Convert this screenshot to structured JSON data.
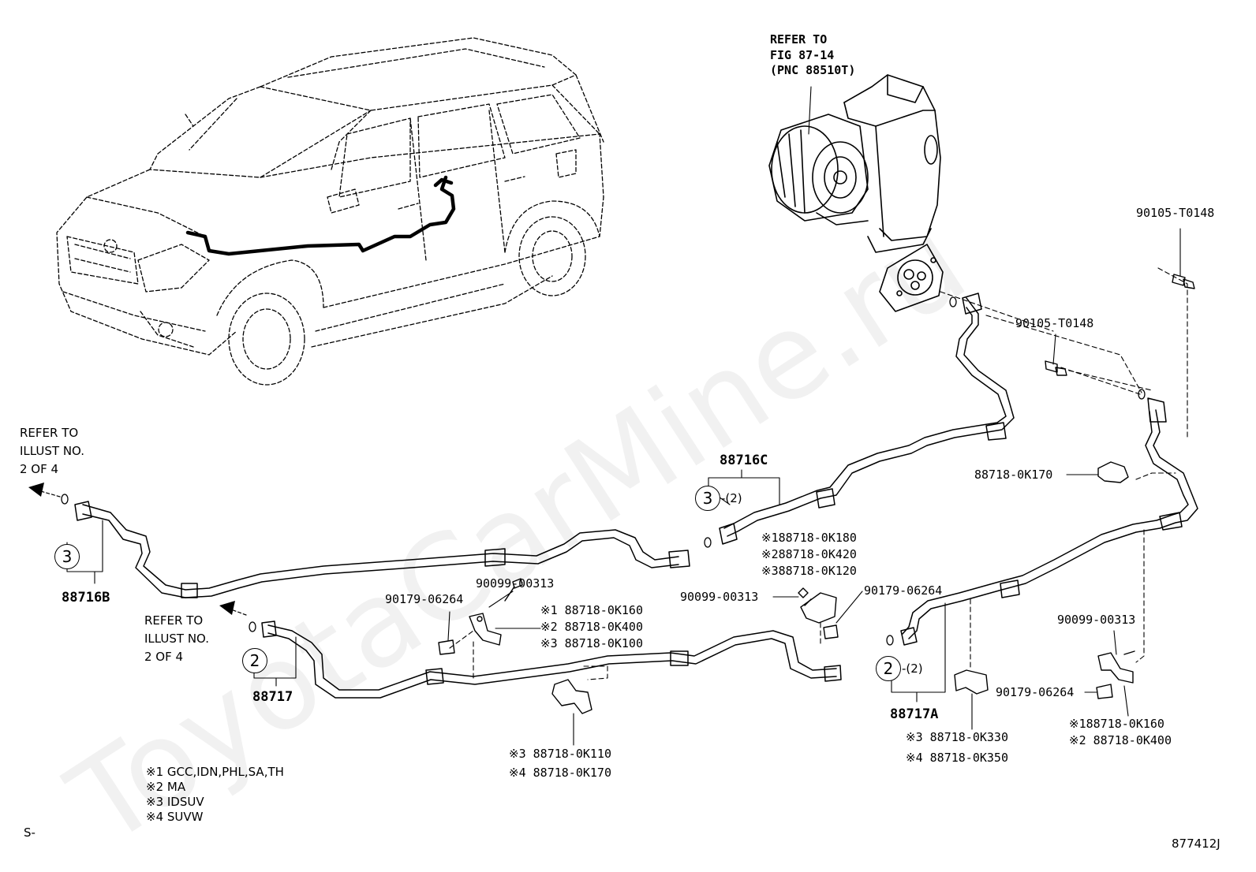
{
  "watermark": "ToyotaCarMine.ru",
  "refs": {
    "top_blower": [
      "REFER TO",
      "FIG 87-14",
      "(PNC 88510T)"
    ],
    "left_upper": [
      "REFER TO",
      "ILLUST NO.",
      "2 OF 4"
    ],
    "left_lower": [
      "REFER TO",
      "ILLUST NO.",
      "2 OF 4"
    ]
  },
  "parts": {
    "p88716B": "88716B",
    "p88716C": "88716C",
    "p88717": "88717",
    "p88717A": "88717A",
    "bolt_top": "90105-T0148",
    "bolt_mid": "90105-T0148",
    "clamp_0K170": "88718-0K170",
    "screw_center": "90099-00313",
    "screw_left": "90099-00313",
    "screw_right": "90099-00313",
    "grommet_left": "90179-06264",
    "grommet_center": "90179-06264",
    "grommet_right": "90179-06264"
  },
  "circles": {
    "c3_left": "3",
    "c3_center": "3",
    "c3_center_qty": "-(2)",
    "c2_left": "2",
    "c2_right": "2",
    "c2_right_qty": "-(2)"
  },
  "variants": {
    "center_top": [
      "※188718-0K180",
      "※288718-0K420",
      "※388718-0K120"
    ],
    "left_clamp": [
      "※1 88718-0K160",
      "※2 88718-0K400",
      "※3 88718-0K100"
    ],
    "bottom_center": [
      "※3 88718-0K110",
      "※4 88718-0K170"
    ],
    "bottom_right": [
      "※3 88718-0K330",
      "※4 88718-0K350"
    ],
    "far_right": [
      "※188718-0K160",
      "※2 88718-0K400"
    ]
  },
  "legend": [
    "※1 GCC,IDN,PHL,SA,TH",
    "※2 MA",
    "※3 IDSUV",
    "※4 SUVW"
  ],
  "footer": {
    "left_code": "S-",
    "figure_id": "877412J"
  }
}
